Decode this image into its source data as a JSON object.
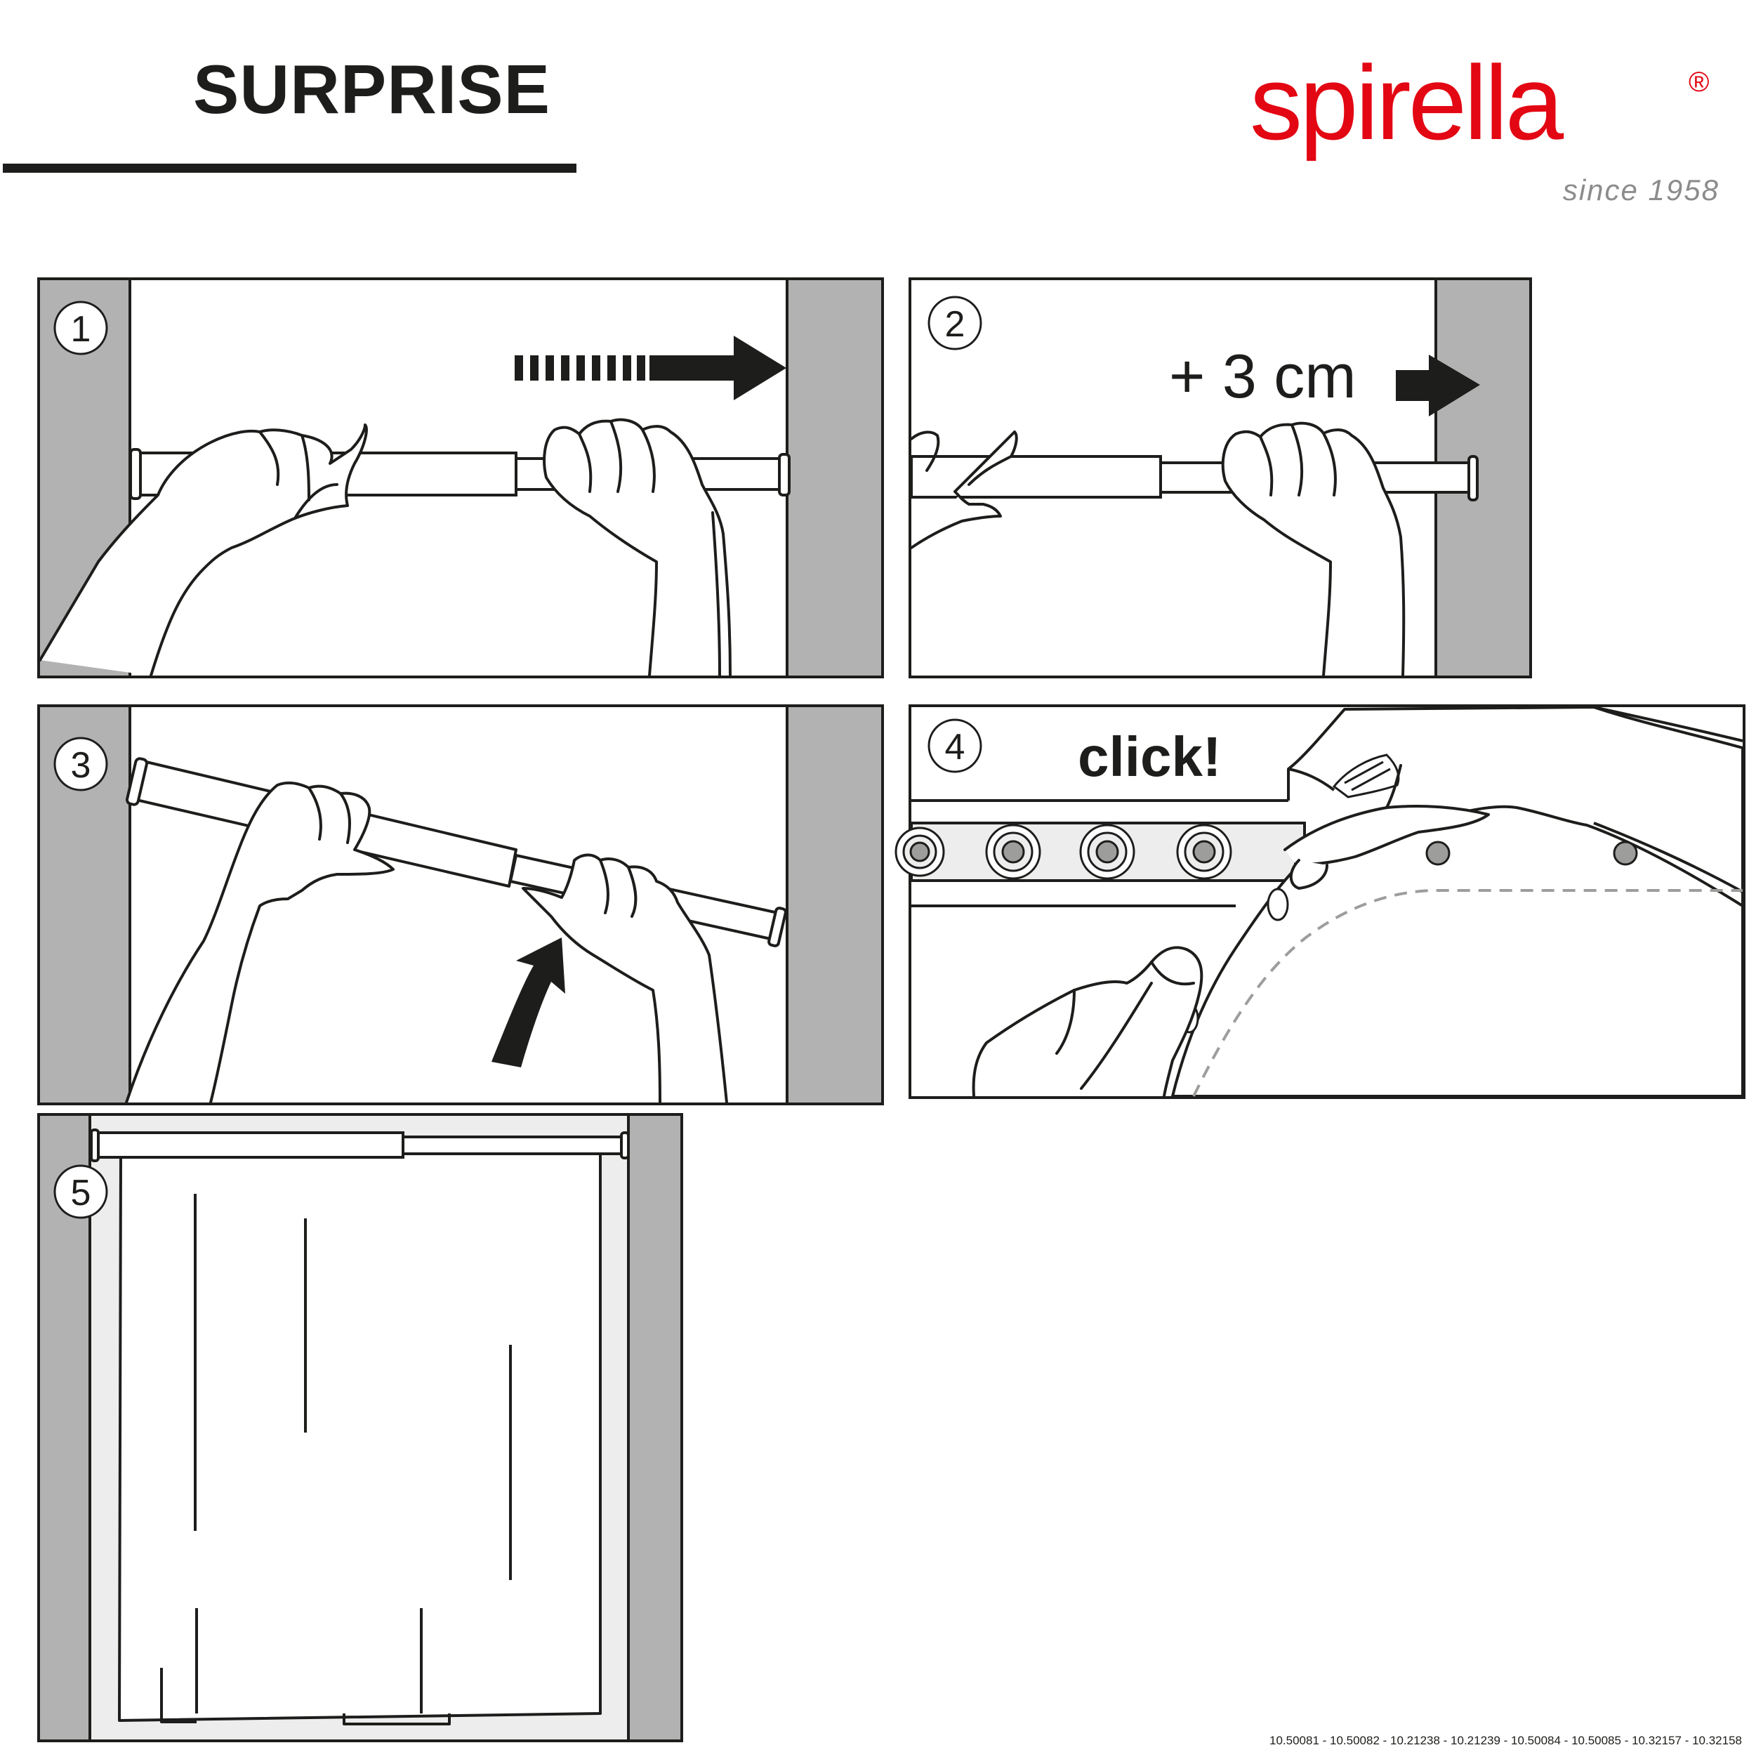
{
  "header": {
    "title": "SURPRISE",
    "brand": {
      "logo_text": "spirella",
      "registered_mark": "®",
      "tagline": "since 1958",
      "brand_color": "#e30613"
    }
  },
  "steps": [
    {
      "number": "1",
      "icons": [
        "hands-extending-rod",
        "dashed-arrow-right-icon"
      ]
    },
    {
      "number": "2",
      "callout": "+ 3 cm",
      "icons": [
        "hands-extending-rod",
        "arrow-right-icon"
      ]
    },
    {
      "number": "3",
      "icons": [
        "hands-lifting-rod",
        "curved-arrow-up-icon"
      ]
    },
    {
      "number": "4",
      "callout": "click!",
      "icons": [
        "hands-clipping-rings"
      ]
    },
    {
      "number": "5",
      "icons": [
        "installed-curtain"
      ]
    }
  ],
  "colors": {
    "ink": "#1d1d1b",
    "wall": "#b2b2b2",
    "light_wall": "#ededed",
    "rivet": "#9d9d9c"
  },
  "footer": {
    "product_codes": "10.50081 - 10.50082 - 10.21238 - 10.21239 - 10.50084 - 10.50085 - 10.32157 - 10.32158"
  }
}
